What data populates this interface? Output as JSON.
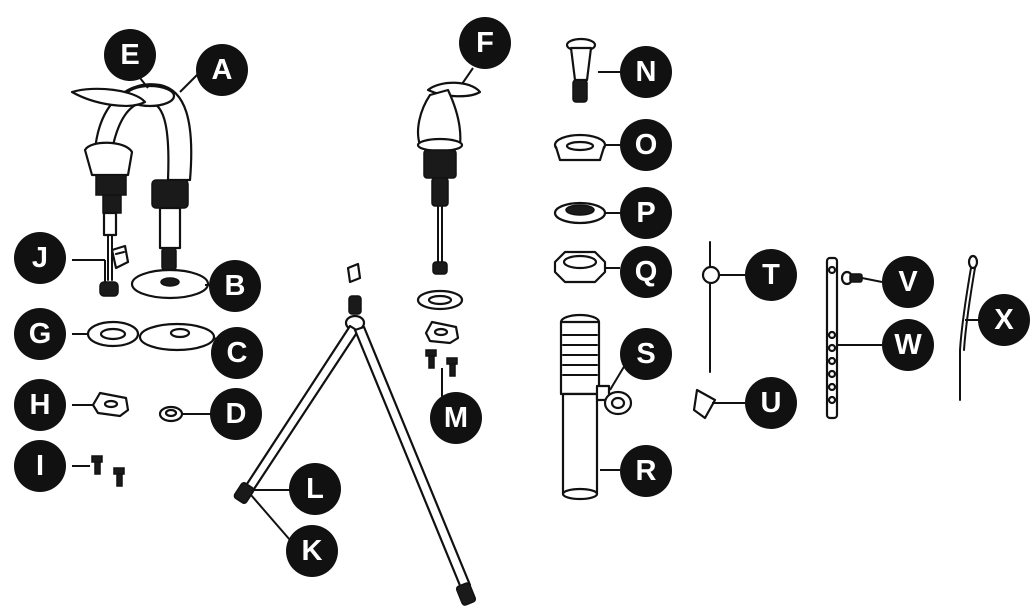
{
  "diagram": {
    "colors": {
      "ink": "#111111",
      "callout_fill": "#111111",
      "callout_text": "#ffffff",
      "background": "#ffffff"
    },
    "callouts": {
      "A": "A",
      "B": "B",
      "C": "C",
      "D": "D",
      "E": "E",
      "F": "F",
      "G": "G",
      "H": "H",
      "I": "I",
      "J": "J",
      "K": "K",
      "L": "L",
      "M": "M",
      "N": "N",
      "O": "O",
      "P": "P",
      "Q": "Q",
      "R": "R",
      "S": "S",
      "T": "T",
      "U": "U",
      "V": "V",
      "W": "W",
      "X": "X"
    }
  }
}
